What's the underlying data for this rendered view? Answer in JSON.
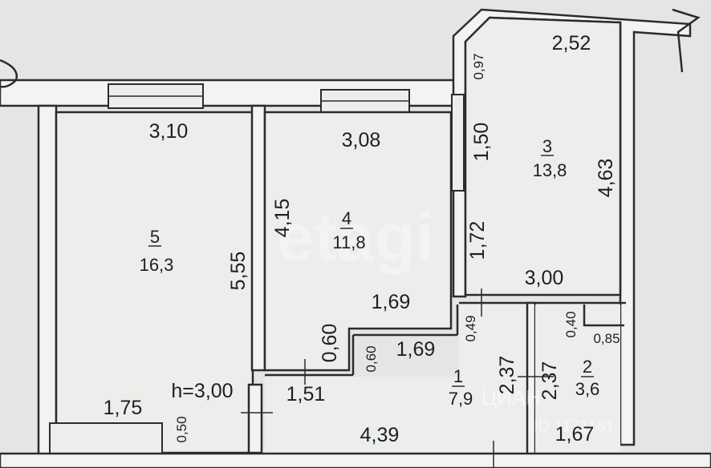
{
  "rooms": [
    {
      "number": "5",
      "area": "16,3"
    },
    {
      "number": "4",
      "area": "11,8"
    },
    {
      "number": "3",
      "area": "13,8"
    },
    {
      "number": "1",
      "area": "7,9"
    },
    {
      "number": "2",
      "area": "3,6"
    }
  ],
  "dimensions": {
    "r5_width": "3,10",
    "r5_height": "5,55",
    "r4_width": "3,08",
    "r4_height": "4,15",
    "r4_inner": "1,69",
    "r4_notch_w": "1,69",
    "r4_notch_h": "0,60",
    "r4_notch_h2": "0,60",
    "r4_bottom": "1,51",
    "r3_top": "2,52",
    "r3_corner": "0,97",
    "r3_window": "1,50",
    "r3_height": "4,63",
    "r3_lower": "1,72",
    "r3_bottom": "3,00",
    "r1_gap": "0,49",
    "r1_height": "2,37",
    "r1_width": "4,39",
    "r2_height": "2,37",
    "r2_closet_h": "0,40",
    "r2_closet_w": "0,85",
    "r2_width": "1,67",
    "ceiling": "h=3,00",
    "hall_w": "1,75",
    "hall_h": "0,50"
  },
  "watermarks": {
    "brand": "etagi",
    "listing": "ЦИАН",
    "listing_id": "ID 1171161"
  }
}
